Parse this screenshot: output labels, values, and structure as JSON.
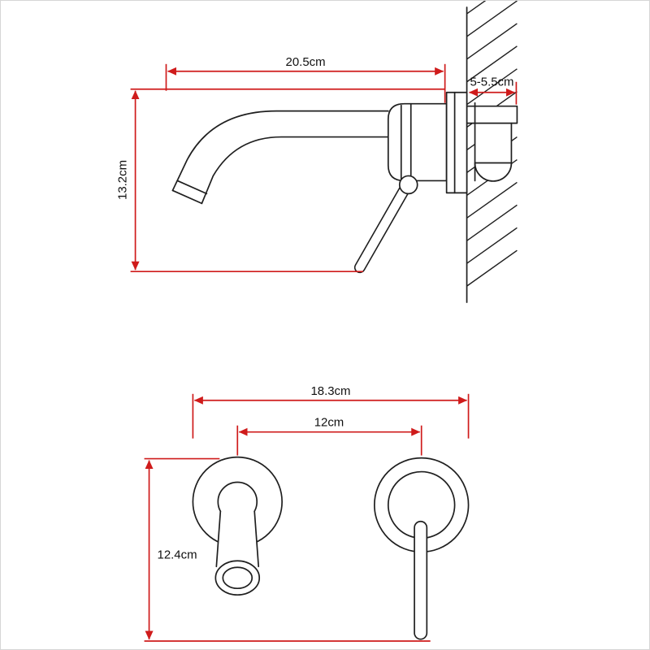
{
  "colors": {
    "dimension": "#cf1b1b",
    "drawing": "#1f1f1f",
    "background": "#ffffff",
    "frame_border": "#d6d6d6"
  },
  "side_view": {
    "spout_reach_label": "20.5cm",
    "wall_depth_label": "5-5.5cm",
    "height_label": "13.2cm"
  },
  "front_view": {
    "overall_width_label": "18.3cm",
    "centres_label": "12cm",
    "height_label": "12.4cm"
  }
}
